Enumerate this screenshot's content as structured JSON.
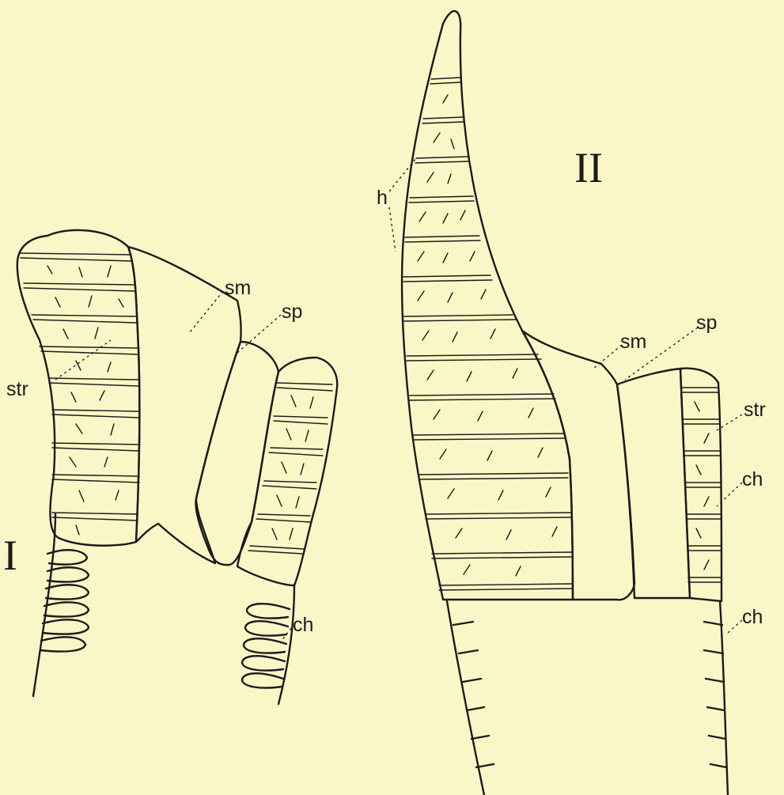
{
  "figure": {
    "background": "#fbf6c8",
    "ink": "#1b1b18",
    "stipple": "#2a2a26",
    "panels": [
      {
        "id": "I",
        "numeral": "I",
        "labels": {
          "str": "str",
          "sm": "sm",
          "sp": "sp",
          "ch": "ch"
        }
      },
      {
        "id": "II",
        "numeral": "II",
        "labels": {
          "h": "h",
          "sm": "sm",
          "sp": "sp",
          "str": "str",
          "ch_upper": "ch",
          "ch_lower": "ch"
        }
      }
    ]
  }
}
